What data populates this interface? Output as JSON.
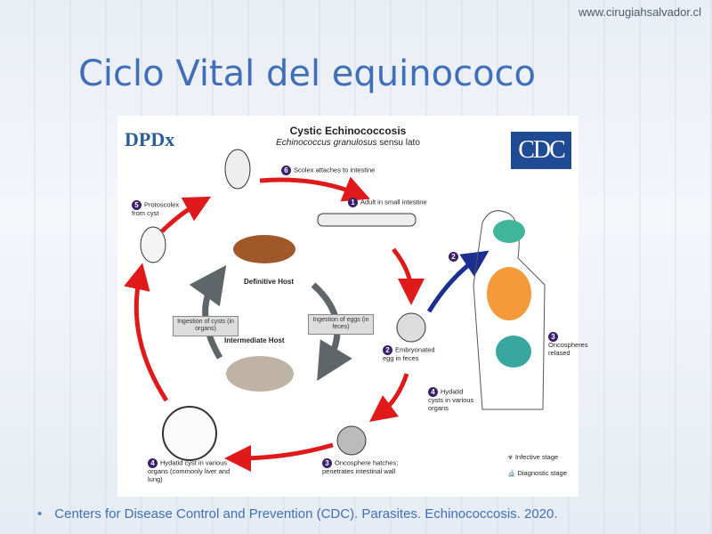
{
  "header": {
    "url": "www.cirugiahsalvador.cl",
    "title": "Ciclo Vital del equinococo"
  },
  "diagram": {
    "logo_left": "DPDx",
    "logo_right": "CDC",
    "title": "Cystic Echinococcosis",
    "subtitle_italic": "Echinococcus granulosus",
    "subtitle_rest": "sensu lato",
    "steps": {
      "s6": {
        "num": "6",
        "text": "Scolex attaches to intestine"
      },
      "s1": {
        "num": "1",
        "text": "Adult in small intestine"
      },
      "s5": {
        "num": "5",
        "text": "Protoscolex from cyst"
      },
      "s2a": {
        "num": "2",
        "text": "Embryonated egg in feces"
      },
      "s2b": {
        "num": "2"
      },
      "s3a": {
        "num": "3",
        "text": "Oncosphere hatches; penetrates intestinal wall"
      },
      "s3b": {
        "num": "3",
        "text": "Oncospheres relased"
      },
      "s4a": {
        "num": "4",
        "text": "Hydatid cyst in various organs (commonly liver and lung)"
      },
      "s4b": {
        "num": "4",
        "text": "Hydatid cysts in various organs"
      }
    },
    "definitive_host": "Definitive Host",
    "intermediate_host": "Intermediate Host",
    "ingestion_cysts": "Ingestion of cysts (in organs)",
    "ingestion_eggs": "Ingestion of eggs (in feces)",
    "legend": {
      "infective": "Infective stage",
      "diagnostic": "Diagnostic stage"
    }
  },
  "footer": {
    "citation": "Centers for Disease Control and Prevention (CDC). Parasites. Echinococcosis. 2020."
  }
}
